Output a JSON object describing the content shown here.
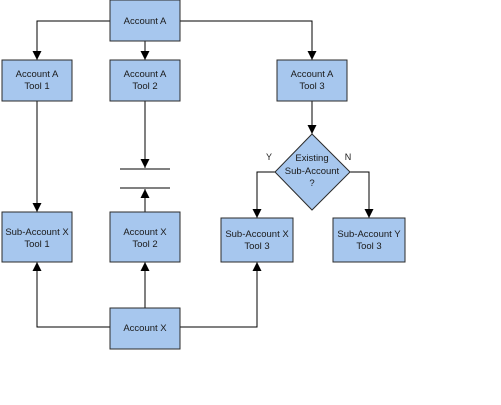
{
  "diagram": {
    "colors": {
      "box_fill": "#a7c7ee",
      "box_stroke": "#2b2b2b",
      "line": "#000000"
    },
    "nodes": {
      "account_a": {
        "lines": [
          "Account A"
        ]
      },
      "a_tool1": {
        "lines": [
          "Account A",
          "Tool 1"
        ]
      },
      "a_tool2": {
        "lines": [
          "Account A",
          "Tool 2"
        ]
      },
      "a_tool3": {
        "lines": [
          "Account A",
          "Tool 3"
        ]
      },
      "decision": {
        "lines": [
          "Existing",
          "Sub-Account",
          "?"
        ]
      },
      "x_tool1": {
        "lines": [
          "Sub-Account X",
          "Tool 1"
        ]
      },
      "x_tool2": {
        "lines": [
          "Account X",
          "Tool 2"
        ]
      },
      "x_tool3": {
        "lines": [
          "Sub-Account X",
          "Tool 3"
        ]
      },
      "y_tool3": {
        "lines": [
          "Sub-Account Y",
          "Tool 3"
        ]
      },
      "account_x": {
        "lines": [
          "Account X"
        ]
      }
    },
    "edge_labels": {
      "yes": "Y",
      "no": "N"
    }
  }
}
